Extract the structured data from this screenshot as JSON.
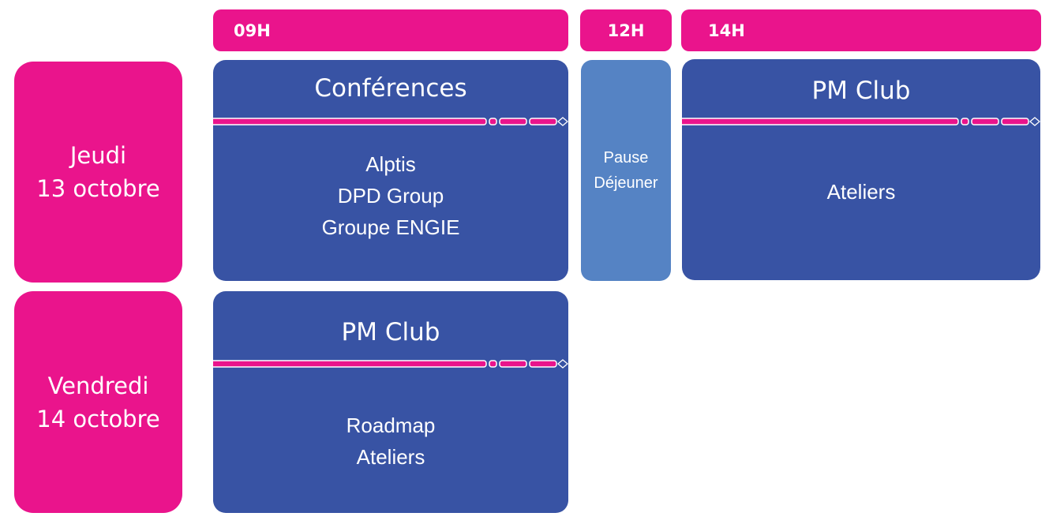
{
  "time_slots": {
    "slot_1": "09H",
    "slot_2": "12H",
    "slot_3": "14H"
  },
  "days": {
    "day_1": {
      "name": "Jeudi",
      "date": "13 octobre"
    },
    "day_2": {
      "name": "Vendredi",
      "date": "14 octobre"
    }
  },
  "sessions": {
    "thursday_morning": {
      "title": "Conférences",
      "items": [
        "Alptis",
        "DPD Group",
        "Groupe ENGIE"
      ]
    },
    "thursday_pause": {
      "line_1": "Pause",
      "line_2": "Déjeuner"
    },
    "thursday_afternoon": {
      "title": "PM Club",
      "items": [
        "Ateliers"
      ]
    },
    "friday_morning": {
      "title": "PM Club",
      "items": [
        "Roadmap",
        "Ateliers"
      ]
    }
  },
  "colors": {
    "magenta": "#ea148c",
    "navy": "#3853a4",
    "light_blue": "#5583c4"
  }
}
